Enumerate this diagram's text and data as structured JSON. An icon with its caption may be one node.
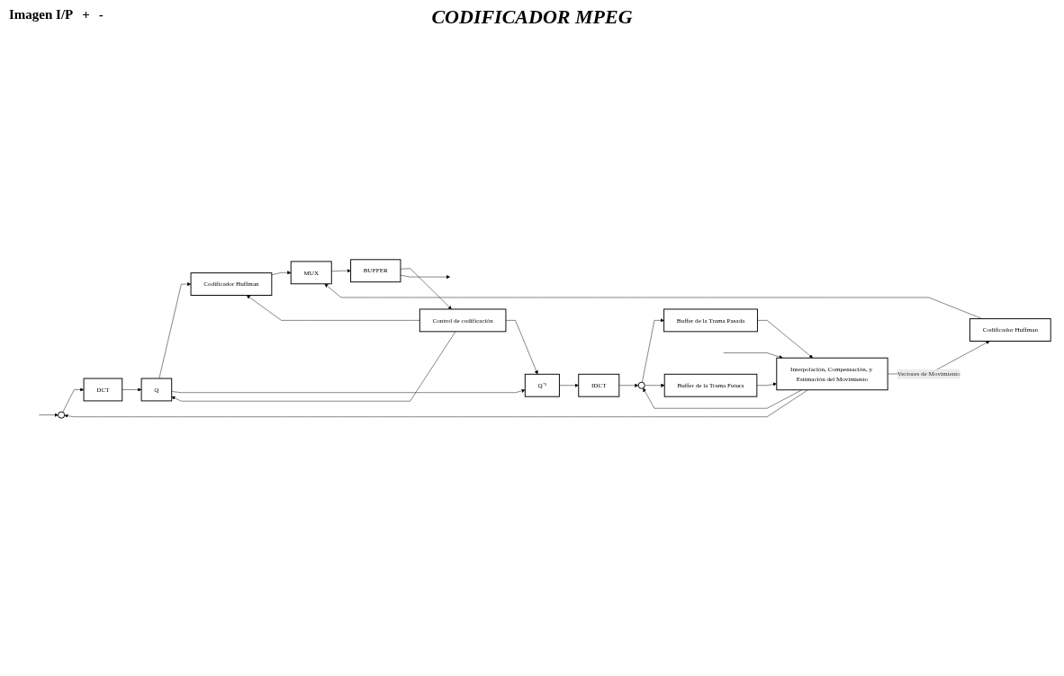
{
  "diagram": {
    "title": "CODIFICADOR MPEG",
    "nodes": [
      {
        "text": [],
        "shape": "circle"
      },
      {
        "text": [
          "DCT"
        ]
      },
      {
        "text": [
          "Control de codificación"
        ]
      },
      {
        "text": [
          "Q"
        ]
      },
      {
        "text": [
          "Codificador Huffman"
        ]
      },
      {
        "text": [
          "Q⁻¹"
        ]
      },
      {
        "text": [
          "IDCT"
        ]
      },
      {
        "text": [],
        "shape": "circle"
      },
      {
        "text": [
          "Interpolación, Compensación, y Estimación del Movimiento"
        ]
      },
      {
        "text": [
          "Buffer de la Trama Pasada"
        ]
      },
      {
        "text": [
          "Buffer de la Trama Futura"
        ]
      },
      {
        "text": [
          "Codificador Huffman"
        ]
      },
      {
        "text": [
          "MUX"
        ]
      },
      {
        "text": [
          "BUFFER"
        ]
      }
    ],
    "edges": [
      {
        "from": null,
        "to": 0,
        "arrow": "to"
      },
      {
        "from": null,
        "to": 8,
        "arrow": "to"
      },
      {
        "from": 0,
        "to": 1,
        "arrow": "to"
      },
      {
        "from": 1,
        "to": 3,
        "arrow": "to"
      },
      {
        "from": 2,
        "to": 3,
        "arrow": "to"
      },
      {
        "from": 2,
        "to": 5,
        "arrow": "to"
      },
      {
        "from": 2,
        "to": 4,
        "arrow": "to"
      },
      {
        "from": 3,
        "to": 4,
        "arrow": "to"
      },
      {
        "from": 3,
        "to": 5,
        "arrow": "to"
      },
      {
        "from": 5,
        "to": 6,
        "arrow": "to"
      },
      {
        "from": 6,
        "to": 7,
        "arrow": "to"
      },
      {
        "from": 8,
        "to": 0,
        "arrow": "to"
      },
      {
        "from": 8,
        "to": 7,
        "arrow": "to"
      },
      {
        "from": 7,
        "to": 9,
        "arrow": "to"
      },
      {
        "from": 7,
        "to": 10,
        "arrow": "to"
      },
      {
        "from": 9,
        "to": 8,
        "arrow": "to"
      },
      {
        "from": 10,
        "to": 8,
        "arrow": "to"
      },
      {
        "from": 8,
        "to": 11,
        "arrow": "to",
        "label": "Vectores de Movimiento"
      },
      {
        "from": 4,
        "to": 12,
        "arrow": "to"
      },
      {
        "from": 11,
        "to": 12,
        "arrow": "to"
      },
      {
        "from": 12,
        "to": 13,
        "arrow": "to"
      },
      {
        "from": 13,
        "to": 2,
        "arrow": "to"
      },
      {
        "from": 13,
        "to": null,
        "arrow": "to"
      }
    ],
    "labels": [
      "Imagen I/P",
      "+",
      "-"
    ]
  }
}
